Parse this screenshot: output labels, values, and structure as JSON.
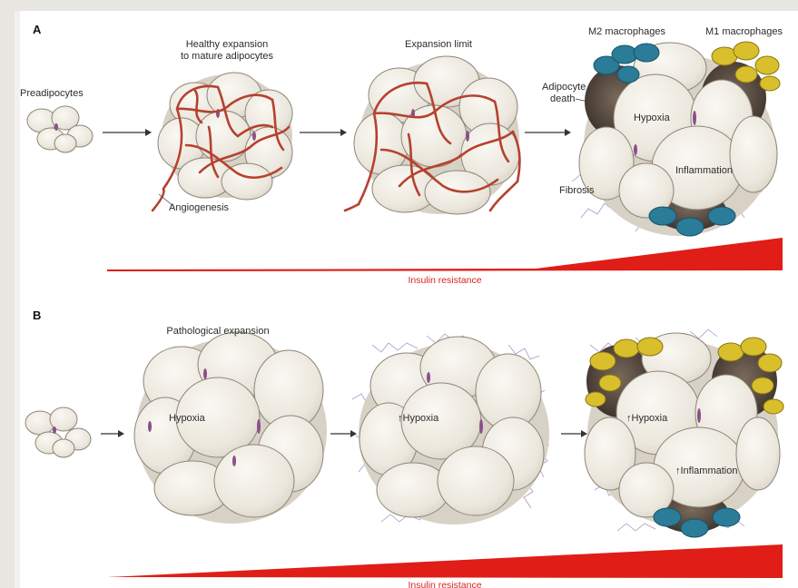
{
  "panel_a": {
    "letter": "A",
    "labels": {
      "preadipocytes": "Preadipocytes",
      "healthy_line1": "Healthy expansion",
      "healthy_line2": "to mature adipocytes",
      "angiogenesis": "Angiogenesis",
      "expansion_limit": "Expansion limit",
      "m2": "M2 macrophages",
      "m1": "M1 macrophages",
      "death_line1": "Adipocyte",
      "death_line2": "death",
      "hypoxia": "Hypoxia",
      "inflammation": "Inflammation",
      "fibrosis": "Fibrosis"
    },
    "insulin_resistance": "Insulin resistance"
  },
  "panel_b": {
    "letter": "B",
    "labels": {
      "pathological": "Pathological expansion",
      "hypoxia": "Hypoxia",
      "hypoxia_up": "↑Hypoxia",
      "hypoxia_up2": "↑Hypoxia",
      "inflammation_up": "↑Inflammation"
    },
    "insulin_resistance": "Insulin resistance"
  },
  "colors": {
    "cell_fill": "#efece4",
    "cell_stroke": "#8d8578",
    "vessel": "#b5412e",
    "fibrosis": "#a498c4",
    "m2": "#2a7c98",
    "m1": "#d9bf2c",
    "dead": "#4c4038",
    "insulin_red": "#e01d17",
    "nucleus": "#8a4f88"
  }
}
